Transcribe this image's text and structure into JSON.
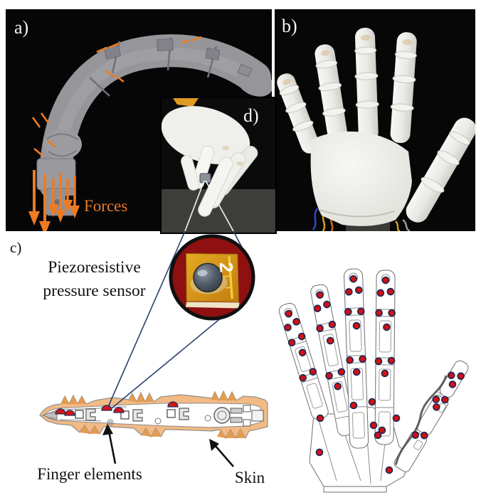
{
  "panels": {
    "a": {
      "label": "a)",
      "forces_label": "Forces"
    },
    "b": {
      "label": "b)"
    },
    "c": {
      "label": "c)",
      "sensor_caption": "Piezoresistive pressure sensor",
      "finger_elements_label": "Finger elements",
      "skin_label": "Skin",
      "sensor_marking": "2"
    },
    "d": {
      "label": "d)"
    }
  },
  "colors": {
    "accent_orange": "#E87A28",
    "sensor_marker_red": "#D81414",
    "marker_outline_navy": "#1C2B5E",
    "connector_navy": "#2B4070",
    "skin_orange": "#F3BA84",
    "zoom_circle_background": "#8E1010",
    "kapton_amber": "#D99A15"
  }
}
